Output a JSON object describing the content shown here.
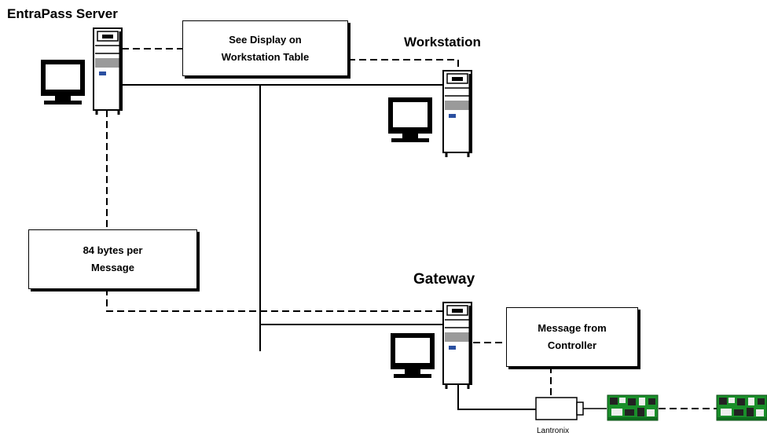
{
  "labels": {
    "server": "EntraPass Server",
    "workstation": "Workstation",
    "gateway": "Gateway",
    "lantronix": "Lantronix"
  },
  "boxes": {
    "display": "See Display on\nWorkstation Table",
    "bytes": "84 bytes per\nMessage",
    "controller_message": "Message from\nController"
  },
  "icons": {
    "server_pc": "desktop-computer-icon",
    "workstation_pc": "desktop-computer-icon",
    "gateway_pc": "desktop-computer-icon",
    "lantronix": "network-adapter-icon",
    "controllers": "controller-board-icon"
  },
  "colors": {
    "line": "#000000",
    "board": "#1a8f2a",
    "tower": "#ffffff"
  }
}
